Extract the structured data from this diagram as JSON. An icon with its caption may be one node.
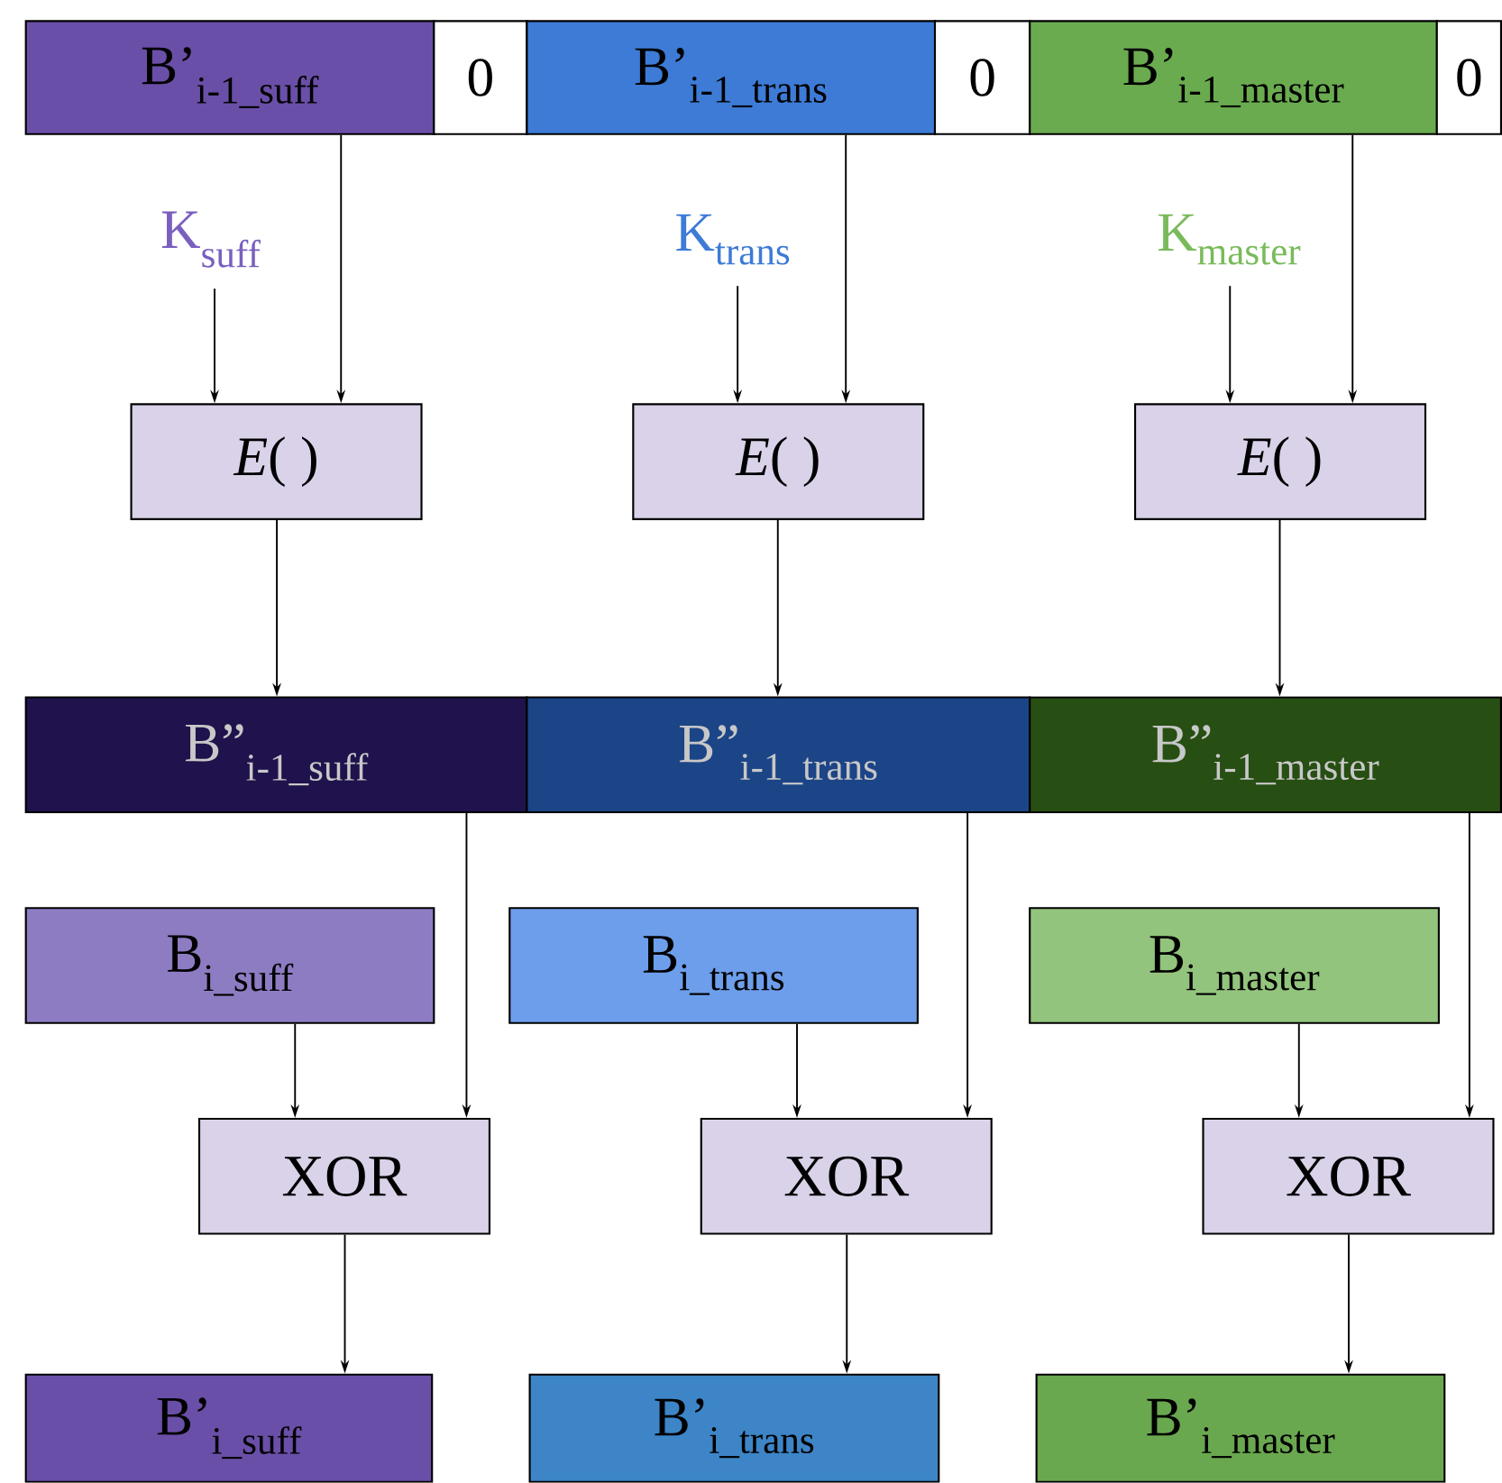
{
  "diagram": {
    "nodes": [
      {
        "text": [
          "B’$_{i-1_suff}$"
        ]
      },
      {
        "text": [
          "0"
        ]
      },
      {
        "text": [
          "B’$_{i-1_trans}$"
        ]
      },
      {
        "text": [
          "0"
        ]
      },
      {
        "text": [
          "B’$_{i-1_master}$"
        ]
      },
      {
        "text": [
          "0"
        ]
      },
      {
        "text": [
          "K$_{suff}$"
        ]
      },
      {
        "text": [
          "K$_{trans}$"
        ]
      },
      {
        "text": [
          "K$_{master}$"
        ]
      },
      {
        "text": [
          "*E*( )"
        ]
      },
      {
        "text": [
          "*E*( )"
        ]
      },
      {
        "text": [
          "*E*( )"
        ]
      },
      {
        "text": [
          "B”$_{i-1_suff}$"
        ]
      },
      {
        "text": [
          "B”$_{i-1_trans}$"
        ]
      },
      {
        "text": [
          "B”$_{i-1_master}$"
        ]
      },
      {
        "text": [
          "B$_{i_suff}$"
        ]
      },
      {
        "text": [
          "B$_{i_trans}$"
        ]
      },
      {
        "text": [
          "B$_{i_master}$"
        ]
      },
      {
        "text": [
          "XOR"
        ]
      },
      {
        "text": [
          "XOR"
        ]
      },
      {
        "text": [
          "XOR"
        ]
      },
      {
        "text": [
          "B’$_{i_suff}$"
        ]
      },
      {
        "text": [
          "B’$_{i_trans}$"
        ]
      },
      {
        "text": [
          "B’$_{i_master}$"
        ]
      }
    ],
    "edges": [
      {
        "from": 6,
        "to": 9,
        "arrow": "to"
      },
      {
        "from": 0,
        "to": 9,
        "arrow": "to"
      },
      {
        "from": 7,
        "to": 10,
        "arrow": "to"
      },
      {
        "from": 2,
        "to": 10,
        "arrow": "to"
      },
      {
        "from": 8,
        "to": 11,
        "arrow": "to"
      },
      {
        "from": 4,
        "to": 11,
        "arrow": "to"
      },
      {
        "from": 9,
        "to": 12,
        "arrow": "to"
      },
      {
        "from": 10,
        "to": 13,
        "arrow": "to"
      },
      {
        "from": 11,
        "to": 14,
        "arrow": "to"
      },
      {
        "from": 15,
        "to": 18,
        "arrow": "to"
      },
      {
        "from": 12,
        "to": 18,
        "arrow": "to"
      },
      {
        "from": 16,
        "to": 19,
        "arrow": "to"
      },
      {
        "from": 13,
        "to": 19,
        "arrow": "to"
      },
      {
        "from": 17,
        "to": 20,
        "arrow": "to"
      },
      {
        "from": 14,
        "to": 20,
        "arrow": "to"
      },
      {
        "from": 18,
        "to": 21,
        "arrow": "to"
      },
      {
        "from": 19,
        "to": 22,
        "arrow": "to"
      },
      {
        "from": 20,
        "to": 23,
        "arrow": "to"
      }
    ]
  }
}
